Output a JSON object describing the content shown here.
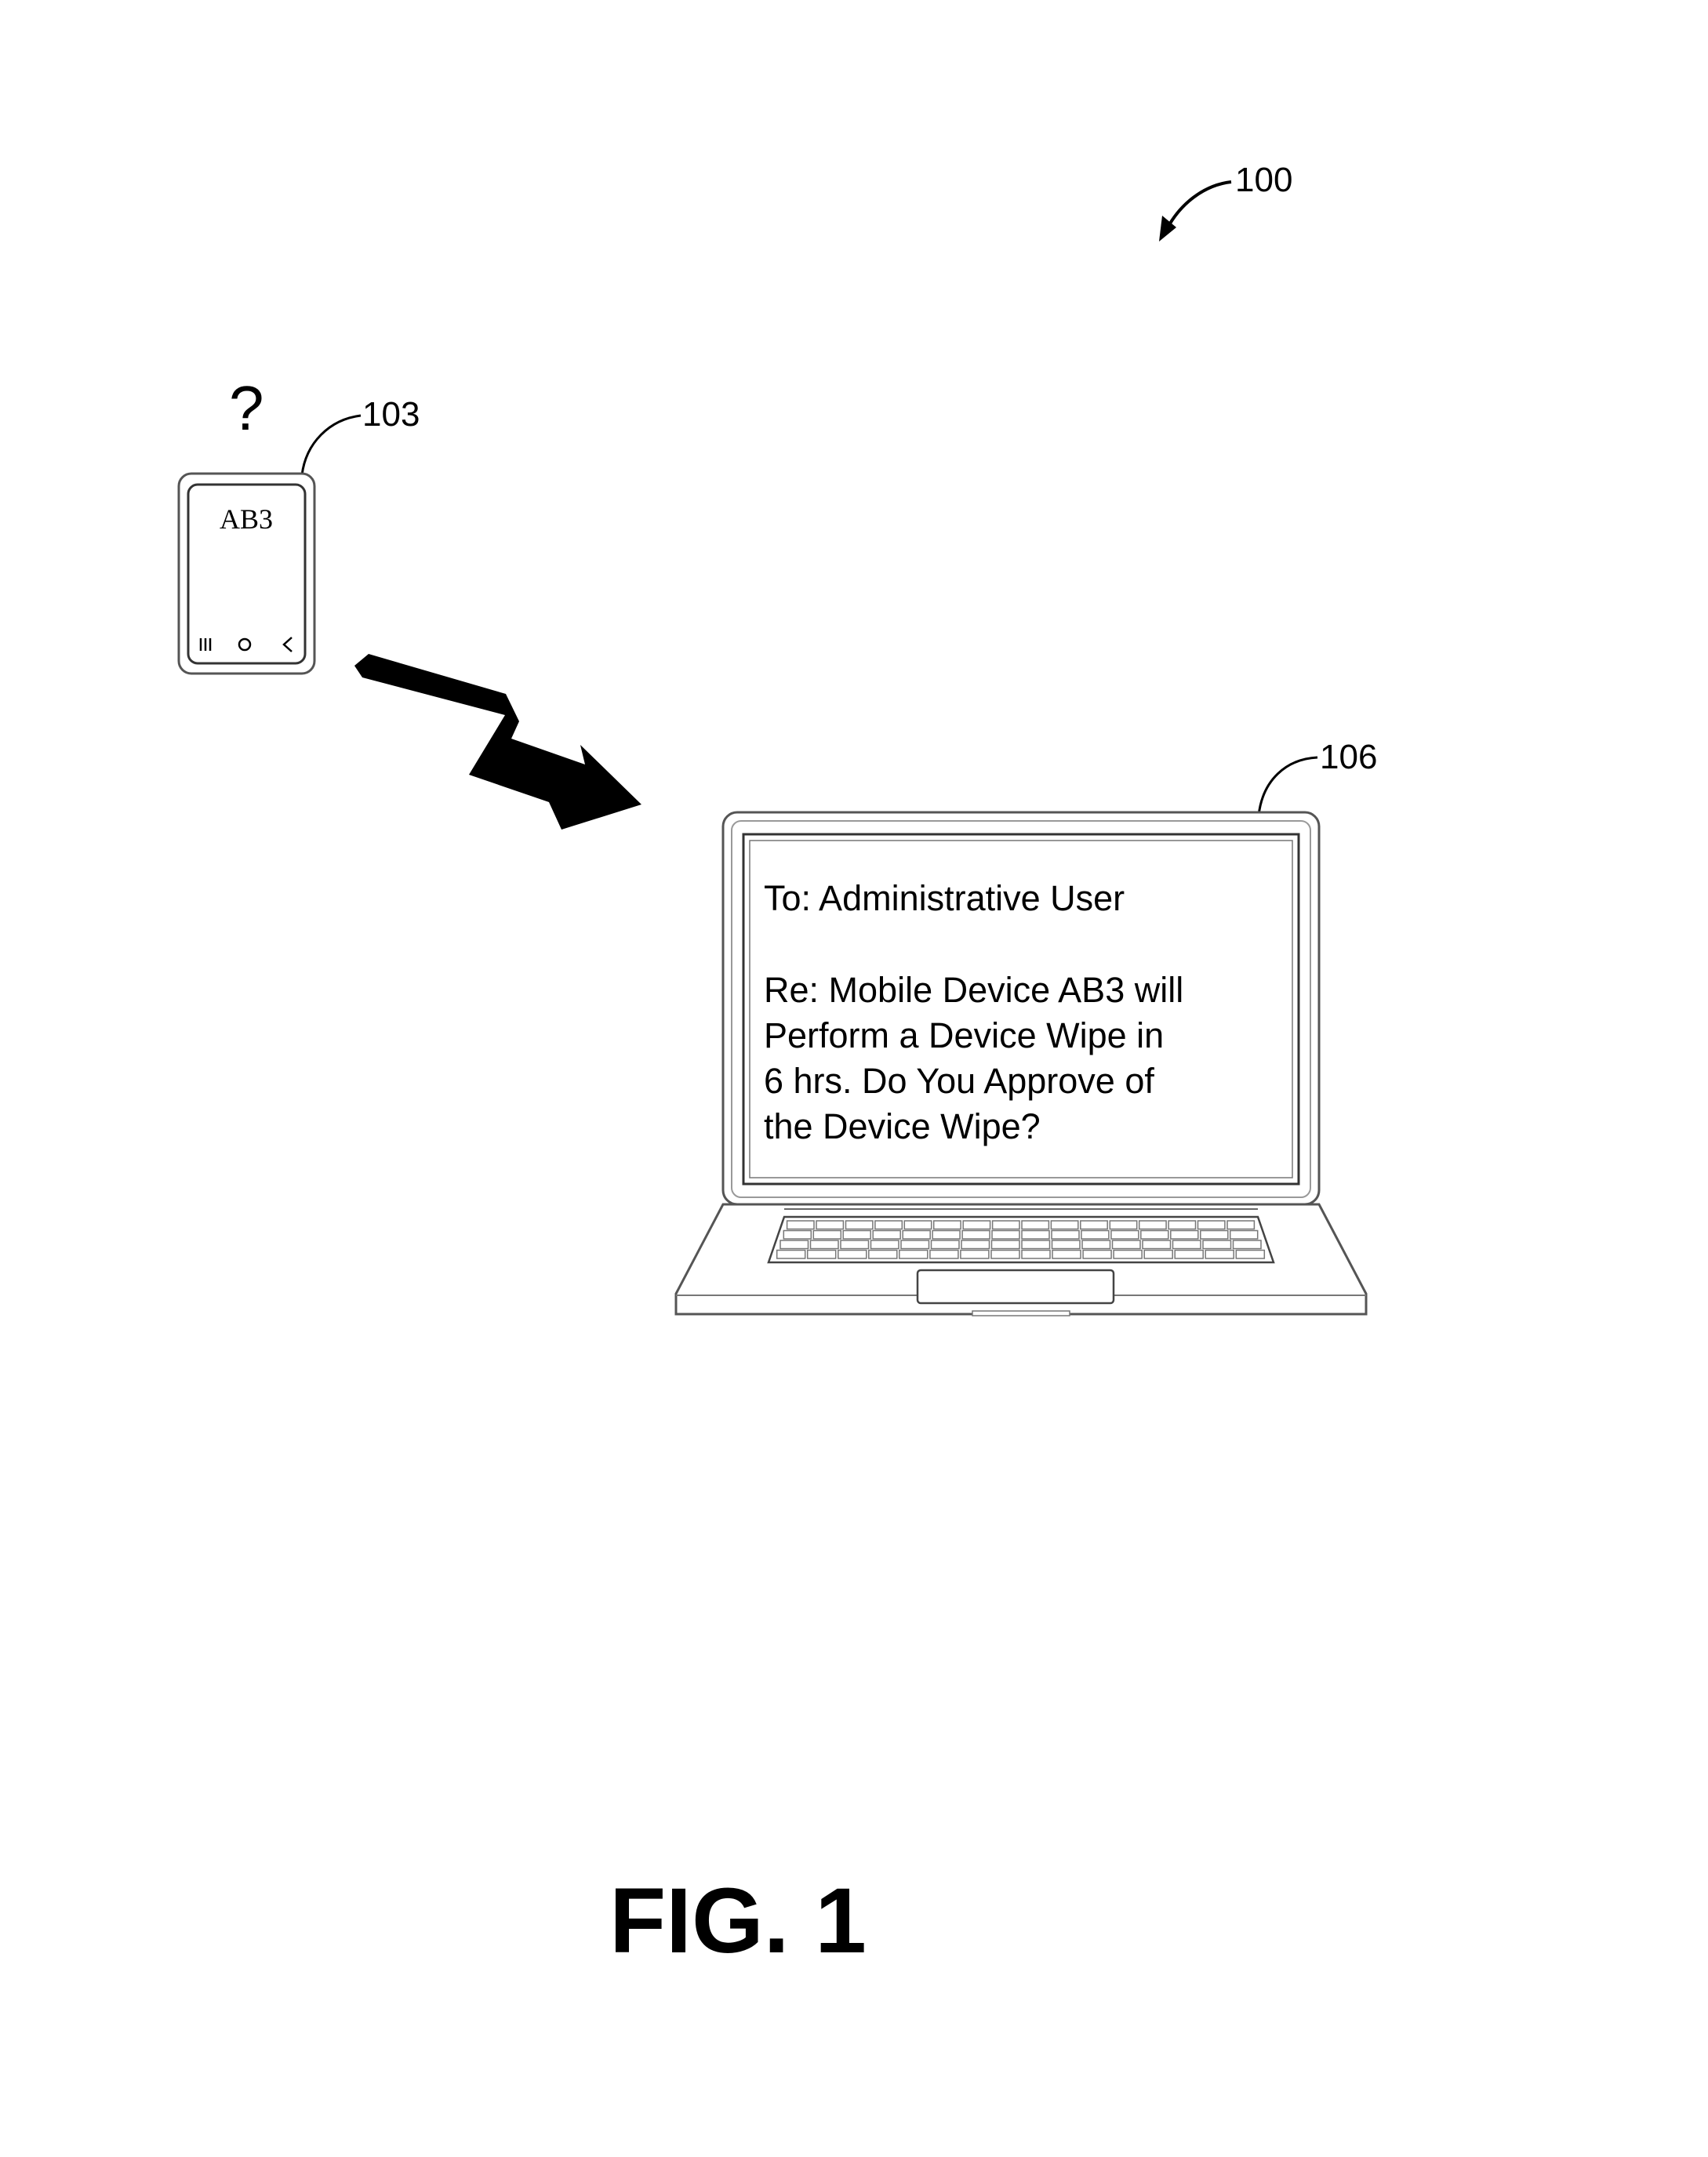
{
  "labels": {
    "system": "100",
    "mobile_device": "103",
    "computing_device": "106"
  },
  "mobile_device": {
    "unknown_status_symbol": "?",
    "device_name": "AB3",
    "nav_buttons": [
      "recent-apps-icon",
      "home-icon",
      "back-icon"
    ]
  },
  "transmission": {
    "icon": "lightning-arrow-icon"
  },
  "laptop_screen": {
    "to_line": "To: Administrative User",
    "message_lines": [
      "Re: Mobile Device AB3 will",
      "Perform a Device Wipe in",
      "6 hrs. Do You Approve of",
      "the Device Wipe?"
    ]
  },
  "caption": "FIG. 1"
}
